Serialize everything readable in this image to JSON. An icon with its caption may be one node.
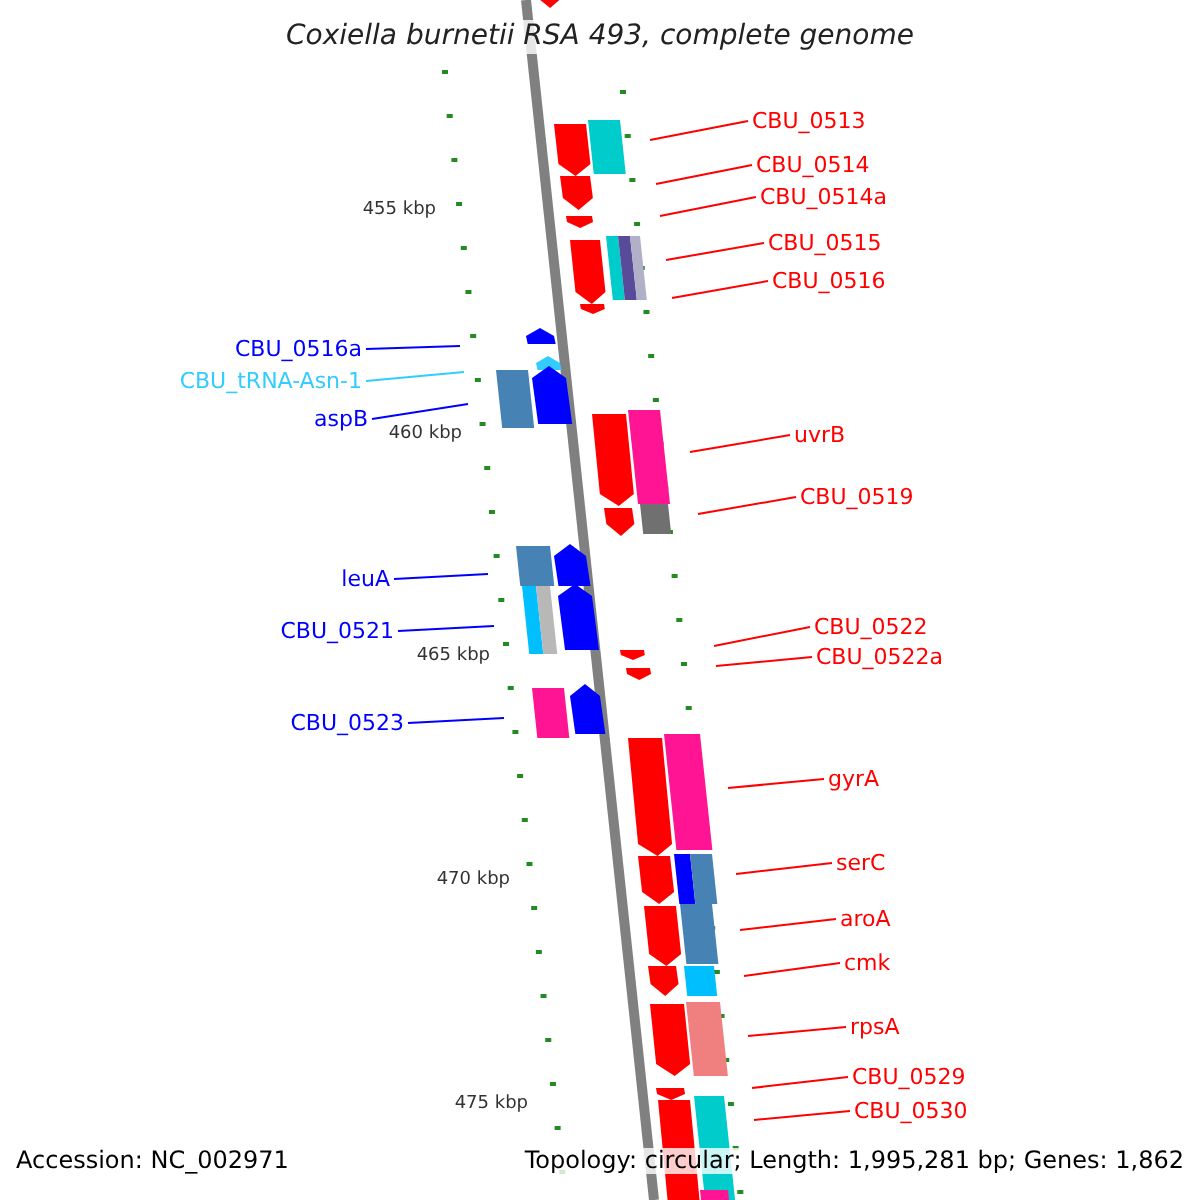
{
  "diagram": {
    "title": "Coxiella burnetii RSA 493, complete genome",
    "nodes": [
      {
        "text": [
          "CBU_0513"
        ]
      },
      {
        "text": [
          "CBU_0514"
        ]
      },
      {
        "text": [
          "CBU_0514a"
        ]
      },
      {
        "text": [
          "CBU_0515"
        ]
      },
      {
        "text": [
          "CBU_0516"
        ]
      },
      {
        "text": [
          "CBU_0516a"
        ]
      },
      {
        "text": [
          "CBU_tRNA-Asn-1"
        ]
      },
      {
        "text": [
          "aspB"
        ]
      },
      {
        "text": [
          "uvrB"
        ]
      },
      {
        "text": [
          "CBU_0519"
        ]
      },
      {
        "text": [
          "leuA"
        ]
      },
      {
        "text": [
          "CBU_0521"
        ]
      },
      {
        "text": [
          "CBU_0522"
        ]
      },
      {
        "text": [
          "CBU_0522a"
        ]
      },
      {
        "text": [
          "CBU_0523"
        ]
      },
      {
        "text": [
          "gyrA"
        ]
      },
      {
        "text": [
          "serC"
        ]
      },
      {
        "text": [
          "aroA"
        ]
      },
      {
        "text": [
          "cmk"
        ]
      },
      {
        "text": [
          "rpsA"
        ]
      },
      {
        "text": [
          "CBU_0529"
        ]
      },
      {
        "text": [
          "CBU_0530"
        ]
      }
    ],
    "edges": [
      {
        "from": 0,
        "to": null,
        "arrow": "none"
      },
      {
        "from": 1,
        "to": null,
        "arrow": "none"
      },
      {
        "from": 2,
        "to": null,
        "arrow": "none"
      },
      {
        "from": 3,
        "to": null,
        "arrow": "none"
      },
      {
        "from": 4,
        "to": null,
        "arrow": "none"
      },
      {
        "from": 5,
        "to": null,
        "arrow": "none",
        "color": "#0000ff"
      },
      {
        "from": 6,
        "to": null,
        "arrow": "none",
        "color": "#33ccff"
      },
      {
        "from": 7,
        "to": null,
        "arrow": "none",
        "color": "#0000ff"
      },
      {
        "from": 8,
        "to": null,
        "arrow": "none"
      },
      {
        "from": 9,
        "to": null,
        "arrow": "none"
      },
      {
        "from": 10,
        "to": null,
        "arrow": "none",
        "color": "#0000ff"
      },
      {
        "from": 11,
        "to": null,
        "arrow": "none",
        "color": "#0000ff"
      },
      {
        "from": 12,
        "to": null,
        "arrow": "none"
      },
      {
        "from": 13,
        "to": null,
        "arrow": "none"
      },
      {
        "from": 14,
        "to": null,
        "arrow": "none",
        "color": "#0000ff"
      },
      {
        "from": 15,
        "to": null,
        "arrow": "none"
      },
      {
        "from": 16,
        "to": null,
        "arrow": "none"
      },
      {
        "from": 17,
        "to": null,
        "arrow": "none"
      },
      {
        "from": 18,
        "to": null,
        "arrow": "none"
      },
      {
        "from": 19,
        "to": null,
        "arrow": "none"
      },
      {
        "from": 20,
        "to": null,
        "arrow": "none"
      },
      {
        "from": 21,
        "to": null,
        "arrow": "none"
      }
    ],
    "labels": [
      "455 kbp",
      "460 kbp",
      "465 kbp",
      "470 kbp",
      "475 kbp",
      "Accession: NC_002971",
      "Topology: circular; Length: 1,995,281 bp; Genes: 1,862"
    ]
  }
}
